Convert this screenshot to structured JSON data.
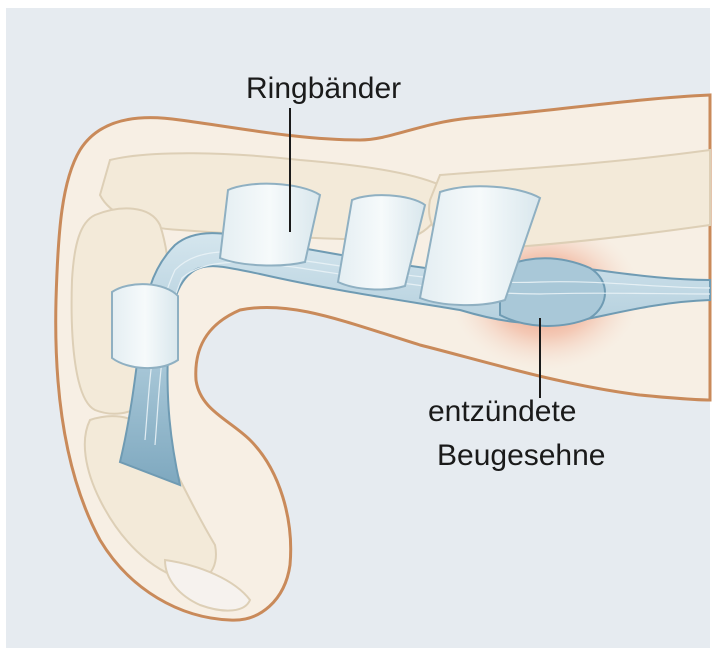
{
  "labels": {
    "ringbaender": "Ringbänder",
    "tendon_line1": "entzündete",
    "tendon_line2": "Beugesehne"
  },
  "colors": {
    "background": "#e6ebf0",
    "skin_fill": "#f7efe4",
    "skin_outline": "#c98a5a",
    "bone_fill": "#f3ead9",
    "bone_outline": "#ddcfb6",
    "tendon": "#a9c8d8",
    "tendon_dark": "#6f9bb3",
    "ligament": "#eef4f6",
    "inflammation": "#e8704f",
    "nail": "#f6f2ee",
    "leader_line": "#1a1a1a"
  }
}
